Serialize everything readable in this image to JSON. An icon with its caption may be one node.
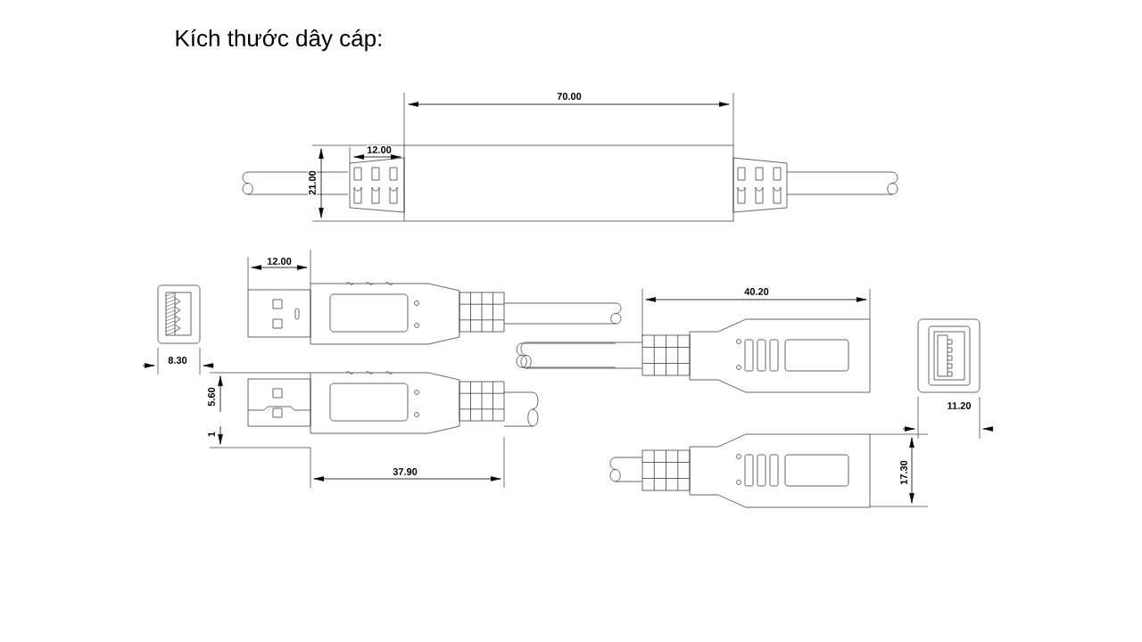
{
  "diagram": {
    "title": "Kích thước dây cáp:",
    "labels": [
      "70.00",
      "12.00",
      "21.00",
      "12.00",
      "40.20",
      "8.30",
      "5.60",
      "11.20",
      "1",
      "37.90",
      "17.30"
    ]
  }
}
